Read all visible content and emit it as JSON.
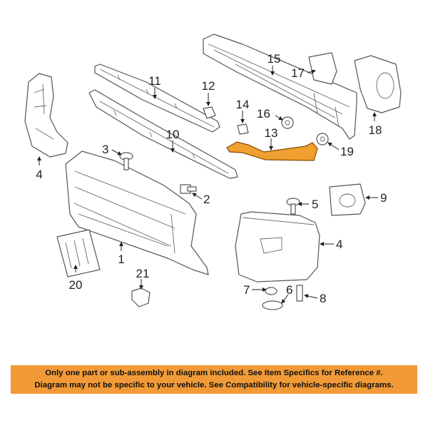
{
  "callouts": {
    "c1": "1",
    "c2": "2",
    "c3": "3",
    "c4a": "4",
    "c4b": "4",
    "c5": "5",
    "c6": "6",
    "c7": "7",
    "c8": "8",
    "c9": "9",
    "c10": "10",
    "c11": "11",
    "c12": "12",
    "c13": "13",
    "c14": "14",
    "c15": "15",
    "c16": "16",
    "c17": "17",
    "c18": "18",
    "c19": "19",
    "c20": "20",
    "c21": "21"
  },
  "notice": {
    "line1": "Only one part or sub-assembly in diagram included. See Item Specifics for Reference #.",
    "line2": "Diagram may not be specific to your vehicle. See Compatibility for vehicle-specific diagrams.",
    "background": "#f19a37"
  },
  "highlight_color": "#f0a030"
}
